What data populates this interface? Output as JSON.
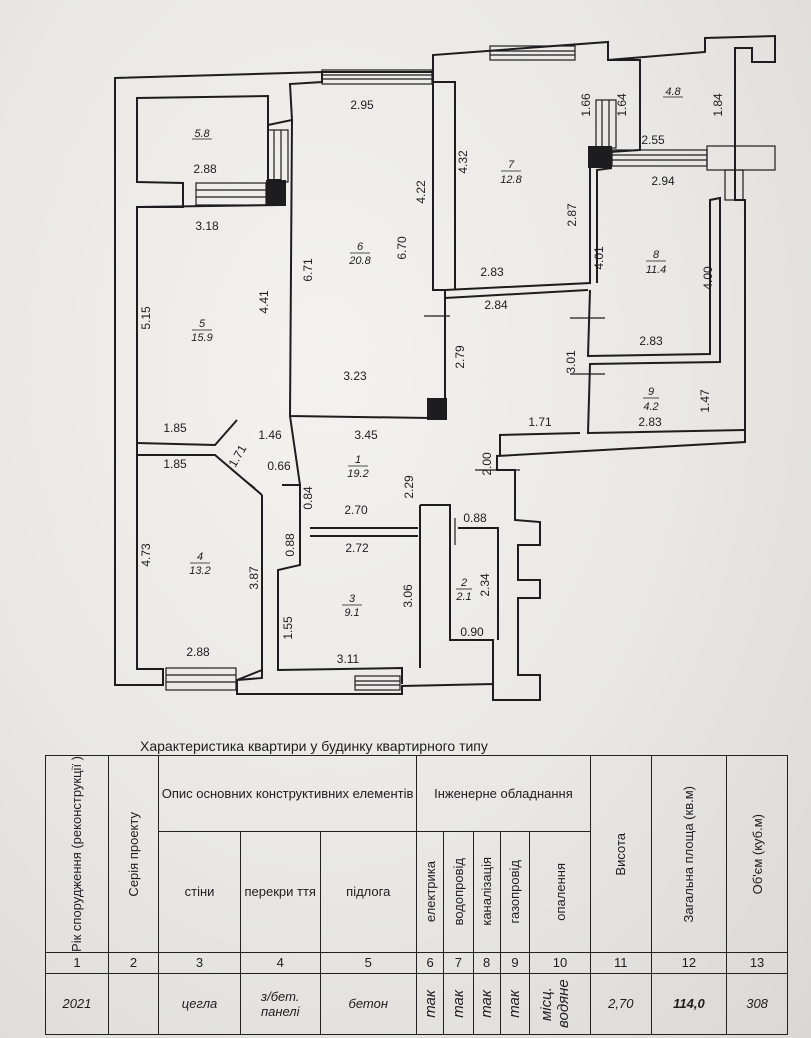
{
  "plan": {
    "rooms": [
      {
        "id": "r1",
        "number": "1",
        "area": "19.2"
      },
      {
        "id": "r2",
        "number": "2",
        "area": "2.1"
      },
      {
        "id": "r3",
        "number": "3",
        "area": "9.1"
      },
      {
        "id": "r4",
        "number": "4",
        "area": "13.2"
      },
      {
        "id": "r5",
        "number": "5",
        "area": "15.9"
      },
      {
        "id": "r6",
        "number": "6",
        "area": "20.8"
      },
      {
        "id": "r7",
        "number": "7",
        "area": "12.8"
      },
      {
        "id": "r8",
        "number": "8",
        "area": "11.4"
      },
      {
        "id": "r9",
        "number": "9",
        "area": "4.2"
      },
      {
        "id": "b4",
        "number": "",
        "area": "4.8"
      },
      {
        "id": "b5",
        "number": "",
        "area": "5.8"
      }
    ],
    "dimensions": [
      "2.95",
      "4.22",
      "4.32",
      "1.66",
      "1.64",
      "1.84",
      "2.55",
      "2.94",
      "2.88",
      "3.18",
      "6.71",
      "6.70",
      "2.87",
      "4.01",
      "4.00",
      "2.83",
      "2.84",
      "5.15",
      "4.41",
      "2.79",
      "3.23",
      "2.83",
      "3.01",
      "1.47",
      "1.71",
      "2.83",
      "1.85",
      "1.46",
      "3.45",
      "1.85",
      "1.71",
      "0.66",
      "2.29",
      "2.00",
      "0.84",
      "2.70",
      "0.88",
      "4.73",
      "3.87",
      "0.88",
      "2.72",
      "2.34",
      "3.06",
      "1.55",
      "0.90",
      "2.88",
      "3.11"
    ]
  },
  "sheet": {
    "title": "Характеристика квартири у будинку квартирного типу",
    "headers": {
      "year": "Рік спорудження (реконструкції )",
      "series": "Серія проекту",
      "elements": "Опис основних конструктивних елементів",
      "walls": "стіни",
      "floors_slab": "перекри ття",
      "floor": "підлога",
      "engineering": "Інженерне обладнання",
      "electric": "електрика",
      "water": "водопровід",
      "sewer": "каналізація",
      "gas": "газопровід",
      "heating": "опалення",
      "height": "Висота",
      "total_area": "Загальна площа (кв.м)",
      "volume": "Об'єм (куб.м)"
    },
    "column_numbers": [
      "1",
      "2",
      "3",
      "4",
      "5",
      "6",
      "7",
      "8",
      "9",
      "10",
      "11",
      "12",
      "13"
    ],
    "values": {
      "year": "2021",
      "series": "",
      "walls": "цегла",
      "slab": "з/бет. панелі",
      "floor": "бетон",
      "electric": "так",
      "water": "так",
      "sewer": "так",
      "gas": "так",
      "heating": "місц. водяне",
      "height": "2,70",
      "total_area": "114,0",
      "volume": "308"
    }
  }
}
